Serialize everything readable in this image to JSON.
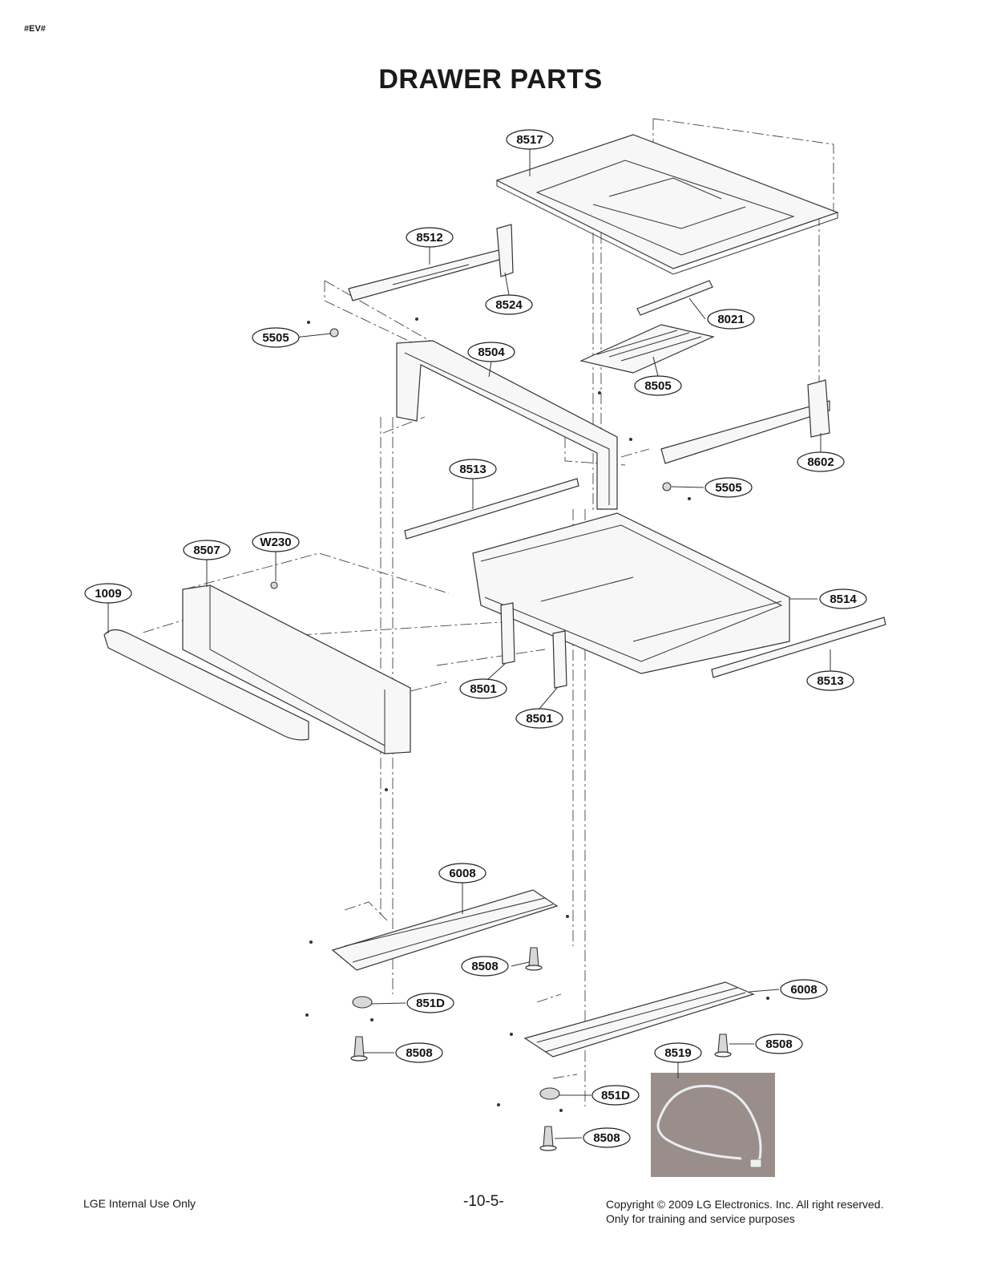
{
  "header": {
    "tag": "#EV#",
    "title": "DRAWER PARTS"
  },
  "callouts": [
    {
      "id": "c-8517",
      "text": "8517"
    },
    {
      "id": "c-8512",
      "text": "8512"
    },
    {
      "id": "c-8524",
      "text": "8524"
    },
    {
      "id": "c-8021",
      "text": "8021"
    },
    {
      "id": "c-5505a",
      "text": "5505"
    },
    {
      "id": "c-8504",
      "text": "8504"
    },
    {
      "id": "c-8505",
      "text": "8505"
    },
    {
      "id": "c-8602",
      "text": "8602"
    },
    {
      "id": "c-8513a",
      "text": "8513"
    },
    {
      "id": "c-5505b",
      "text": "5505"
    },
    {
      "id": "c-8507",
      "text": "8507"
    },
    {
      "id": "c-W230",
      "text": "W230"
    },
    {
      "id": "c-1009",
      "text": "1009"
    },
    {
      "id": "c-8514",
      "text": "8514"
    },
    {
      "id": "c-8513b",
      "text": "8513"
    },
    {
      "id": "c-8501a",
      "text": "8501"
    },
    {
      "id": "c-8501b",
      "text": "8501"
    },
    {
      "id": "c-6008a",
      "text": "6008"
    },
    {
      "id": "c-8508a",
      "text": "8508"
    },
    {
      "id": "c-851Da",
      "text": "851D"
    },
    {
      "id": "c-6008b",
      "text": "6008"
    },
    {
      "id": "c-8508b",
      "text": "8508"
    },
    {
      "id": "c-8508c",
      "text": "8508"
    },
    {
      "id": "c-8519",
      "text": "8519"
    },
    {
      "id": "c-851Db",
      "text": "851D"
    },
    {
      "id": "c-8508d",
      "text": "8508"
    }
  ],
  "footer": {
    "left": "LGE Internal Use Only",
    "page": "-10-5-",
    "copyright": "Copyright © 2009 LG Electronics. Inc. All right reserved.",
    "note": "Only for training and service purposes"
  },
  "colors": {
    "photo_background": "#9a8e8b",
    "cable": "#e8eef2"
  }
}
